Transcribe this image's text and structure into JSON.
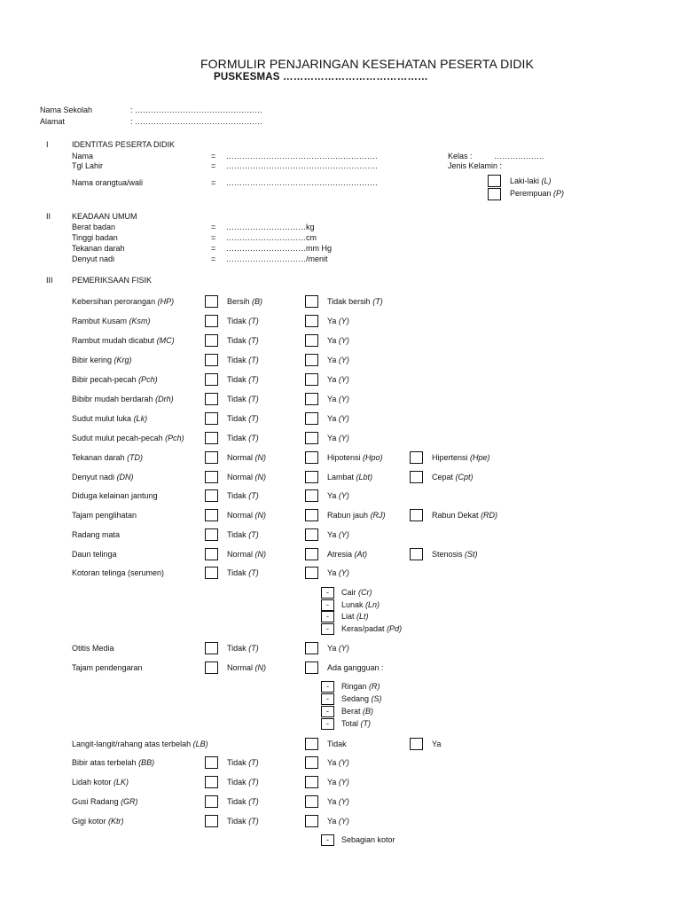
{
  "header": {
    "title": "FORMULIR PENJARINGAN KESEHATAN PESERTA DIDIK",
    "subtitle": "PUSKESMAS ……………………………………"
  },
  "school": {
    "nama_sekolah_label": "Nama Sekolah",
    "alamat_label": "Alamat",
    "colon_dots": ": …………………………………………"
  },
  "section1": {
    "num": "I",
    "title": "IDENTITAS PESERTA DIDIK",
    "nama_label": "Nama",
    "tgl_lahir_label": "Tgl Lahir",
    "ortu_label": "Nama orangtua/wali",
    "eq": "=",
    "dots": "…………………………………………………",
    "kelas_label": "Kelas :",
    "kelas_dots": "……………….",
    "jk_label": "Jenis Kelamin :",
    "jk_male": "Laki-laki",
    "jk_male_code": "(L)",
    "jk_female": "Perempuan",
    "jk_female_code": "(P)"
  },
  "section2": {
    "num": "II",
    "title": "KEADAAN UMUM",
    "eq": "=",
    "rows": [
      {
        "label": "Berat badan",
        "value": "…………………………kg"
      },
      {
        "label": "Tinggi badan",
        "value": "…………………………cm"
      },
      {
        "label": "Tekanan darah",
        "value": "…………………………mm Hg"
      },
      {
        "label": "Denyut nadi",
        "value": "…………………………/menit"
      }
    ]
  },
  "section3": {
    "num": "III",
    "title": "PEMERIKSAAN FISIK",
    "rows": [
      {
        "label": "Kebersihan perorangan",
        "code": "(HP)",
        "opts": [
          {
            "t": "Bersih",
            "c": "(B)"
          },
          {
            "t": "Tidak bersih",
            "c": "(T)"
          }
        ]
      },
      {
        "label": "Rambut Kusam",
        "code": "(Ksm)",
        "opts": [
          {
            "t": "Tidak",
            "c": "(T)"
          },
          {
            "t": "Ya",
            "c": "(Y)"
          }
        ]
      },
      {
        "label": "Rambut mudah dicabut",
        "code": "(MC)",
        "opts": [
          {
            "t": "Tidak",
            "c": "(T)"
          },
          {
            "t": "Ya",
            "c": "(Y)"
          }
        ]
      },
      {
        "label": "Bibir kering",
        "code": "(Krg)",
        "opts": [
          {
            "t": "Tidak",
            "c": "(T)"
          },
          {
            "t": "Ya",
            "c": "(Y)"
          }
        ]
      },
      {
        "label": "Bibir pecah-pecah",
        "code": "(Pch)",
        "opts": [
          {
            "t": "Tidak",
            "c": "(T)"
          },
          {
            "t": "Ya",
            "c": "(Y)"
          }
        ]
      },
      {
        "label": "Bibibr mudah berdarah",
        "code": "(Drh)",
        "opts": [
          {
            "t": "Tidak",
            "c": "(T)"
          },
          {
            "t": "Ya",
            "c": "(Y)"
          }
        ]
      },
      {
        "label": "Sudut mulut luka",
        "code": "(Lk)",
        "opts": [
          {
            "t": "Tidak",
            "c": "(T)"
          },
          {
            "t": "Ya",
            "c": "(Y)"
          }
        ]
      },
      {
        "label": "Sudut mulut pecah-pecah",
        "code": "(Pch)",
        "opts": [
          {
            "t": "Tidak",
            "c": "(T)"
          },
          {
            "t": "Ya",
            "c": "(Y)"
          }
        ]
      },
      {
        "label": "Tekanan darah",
        "code": "(TD)",
        "opts": [
          {
            "t": "Normal",
            "c": "(N)"
          },
          {
            "t": "Hipotensi",
            "c": "(Hpo)"
          },
          {
            "t": "Hipertensi",
            "c": "(Hpe)"
          }
        ]
      },
      {
        "label": "Denyut nadi",
        "code": "(DN)",
        "opts": [
          {
            "t": "Normal",
            "c": "(N)"
          },
          {
            "t": "Lambat",
            "c": "(Lbt)"
          },
          {
            "t": "Cepat",
            "c": "(Cpt)"
          }
        ]
      },
      {
        "label": "Diduga kelainan jantung",
        "code": "",
        "opts": [
          {
            "t": "Tidak",
            "c": "(T)"
          },
          {
            "t": "Ya",
            "c": "(Y)"
          }
        ]
      },
      {
        "label": "Tajam penglihatan",
        "code": "",
        "opts": [
          {
            "t": "Normal",
            "c": "(N)"
          },
          {
            "t": "Rabun jauh",
            "c": "(RJ)"
          },
          {
            "t": "Rabun Dekat",
            "c": "(RD)"
          }
        ]
      },
      {
        "label": "Radang mata",
        "code": "",
        "opts": [
          {
            "t": "Tidak",
            "c": "(T)"
          },
          {
            "t": "Ya",
            "c": "(Y)"
          }
        ]
      },
      {
        "label": "Daun telinga",
        "code": "",
        "opts": [
          {
            "t": "Normal",
            "c": "(N)"
          },
          {
            "t": "Atresia",
            "c": "(At)"
          },
          {
            "t": "Stenosis",
            "c": "(St)"
          }
        ]
      },
      {
        "label": "Kotoran telinga (serumen)",
        "code": "",
        "opts": [
          {
            "t": "Tidak",
            "c": "(T)"
          },
          {
            "t": "Ya",
            "c": "(Y)"
          }
        ]
      },
      {
        "label": "Otitis Media",
        "code": "",
        "opts": [
          {
            "t": "Tidak",
            "c": "(T)"
          },
          {
            "t": "Ya",
            "c": "(Y)"
          }
        ]
      },
      {
        "label": "Tajam pendengaran",
        "code": "",
        "opts": [
          {
            "t": "Normal",
            "c": "(N)"
          },
          {
            "t": "Ada gangguan :",
            "c": ""
          }
        ]
      },
      {
        "label": "Langit-langit/rahang atas terbelah",
        "code": "(LB)",
        "opts": [
          {
            "t": "Tidak",
            "c": ""
          },
          {
            "t": "Ya",
            "c": ""
          }
        ]
      },
      {
        "label": "Bibir atas terbelah",
        "code": "(BB)",
        "opts": [
          {
            "t": "Tidak",
            "c": "(T)"
          },
          {
            "t": "Ya",
            "c": "(Y)"
          }
        ]
      },
      {
        "label": "Lidah kotor",
        "code": "(LK)",
        "opts": [
          {
            "t": "Tidak",
            "c": "(T)"
          },
          {
            "t": "Ya",
            "c": "(Y)"
          }
        ]
      },
      {
        "label": "Gusi Radang",
        "code": "(GR)",
        "opts": [
          {
            "t": "Tidak",
            "c": "(T)"
          },
          {
            "t": "Ya",
            "c": "(Y)"
          }
        ]
      },
      {
        "label": "Gigi kotor",
        "code": "(Ktr)",
        "opts": [
          {
            "t": "Tidak",
            "c": "(T)"
          },
          {
            "t": "Ya",
            "c": "(Y)"
          }
        ]
      }
    ],
    "serumen_sub": [
      {
        "t": "Cair",
        "c": "(Cr)"
      },
      {
        "t": "Lunak",
        "c": "(Ln)"
      },
      {
        "t": "Liat",
        "c": "(Lt)"
      },
      {
        "t": "Keras/padat",
        "c": "(Pd)"
      }
    ],
    "gangguan_sub": [
      {
        "t": "Ringan",
        "c": "(R)"
      },
      {
        "t": "Sedang",
        "c": "(S)"
      },
      {
        "t": "Berat",
        "c": "(B)"
      },
      {
        "t": "Total",
        "c": "(T)"
      }
    ],
    "gigi_sub": [
      {
        "t": "Sebagian kotor",
        "c": ""
      }
    ],
    "dash": "-"
  }
}
